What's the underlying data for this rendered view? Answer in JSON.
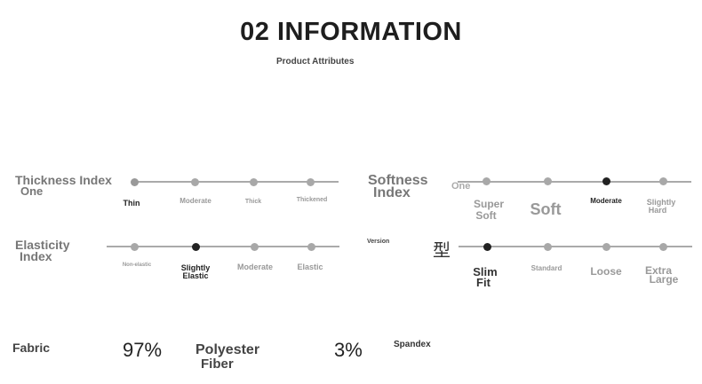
{
  "header": {
    "title": "02 INFORMATION",
    "subtitle": "Product Attributes"
  },
  "thickness": {
    "label_line1": "Thickness Index",
    "label_line2": "One",
    "options": [
      "Thin",
      "Moderate",
      "Thick",
      "Thickened"
    ],
    "selected": "Thin"
  },
  "softness": {
    "label_line1": "Softness",
    "label_line2": "Index",
    "label_extra": "One",
    "options_super": [
      "Super",
      "Soft"
    ],
    "options_soft": "Soft",
    "options_moderate": "Moderate",
    "options_hard": [
      "Slightly",
      "Hard"
    ],
    "selected": "Moderate"
  },
  "elasticity": {
    "label_line1": "Elasticity",
    "label_line2": "Index",
    "options_non": "Non-elastic",
    "options_slight": [
      "Slightly",
      "Elastic"
    ],
    "options_moderate": "Moderate",
    "options_elastic": "Elastic",
    "selected": "Slightly Elastic"
  },
  "version": {
    "label": "Version",
    "glyph": "型",
    "options_slim": [
      "Slim",
      "Fit"
    ],
    "options_standard": "Standard",
    "options_loose": "Loose",
    "options_extra": [
      "Extra",
      "Large"
    ],
    "selected": "Slim Fit"
  },
  "fabric": {
    "label": "Fabric",
    "items": [
      {
        "percent": "97%",
        "name_line1": "Polyester",
        "name_line2": "Fiber"
      },
      {
        "percent": "3%",
        "name_line1": "Spandex"
      }
    ]
  }
}
